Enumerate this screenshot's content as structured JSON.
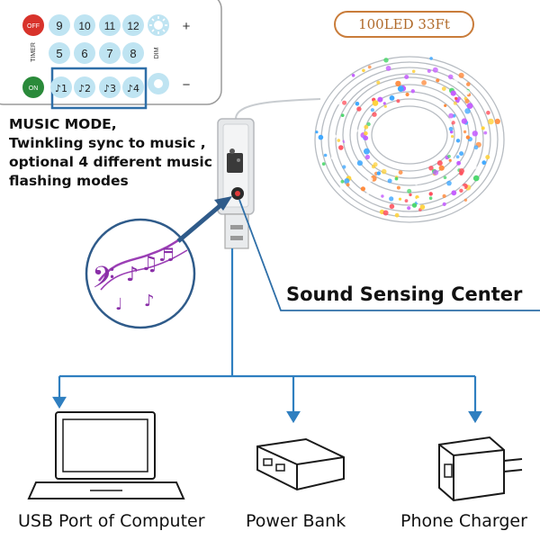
{
  "remote": {
    "buttons": {
      "off": "OFF",
      "on": "ON",
      "timer": "TIMER",
      "dim": "DIM",
      "plus": "+",
      "minus": "−",
      "n9": "9",
      "n10": "10",
      "n11": "11",
      "n12": "12",
      "n5": "5",
      "n6": "6",
      "n7": "7",
      "n8": "8",
      "j1": "♪1",
      "j2": "♪2",
      "j3": "♪3",
      "j4": "♪4"
    }
  },
  "music_mode": {
    "lines": [
      "MUSIC MODE,",
      "Twinkling sync to music ,",
      "optional 4 different music",
      "flashing modes"
    ]
  },
  "badge": "100LED  33Ft",
  "sound_center": "Sound Sensing Center",
  "devices": {
    "usb": "USB Port of Computer",
    "bank": "Power Bank",
    "charger": "Phone Charger"
  },
  "colors": {
    "accent_blue": "#2f6fa8",
    "off_red": "#d8332b",
    "on_green": "#2a8a3a",
    "key_blue": "#bfe4f2",
    "badge_orange": "#c97c3a"
  }
}
